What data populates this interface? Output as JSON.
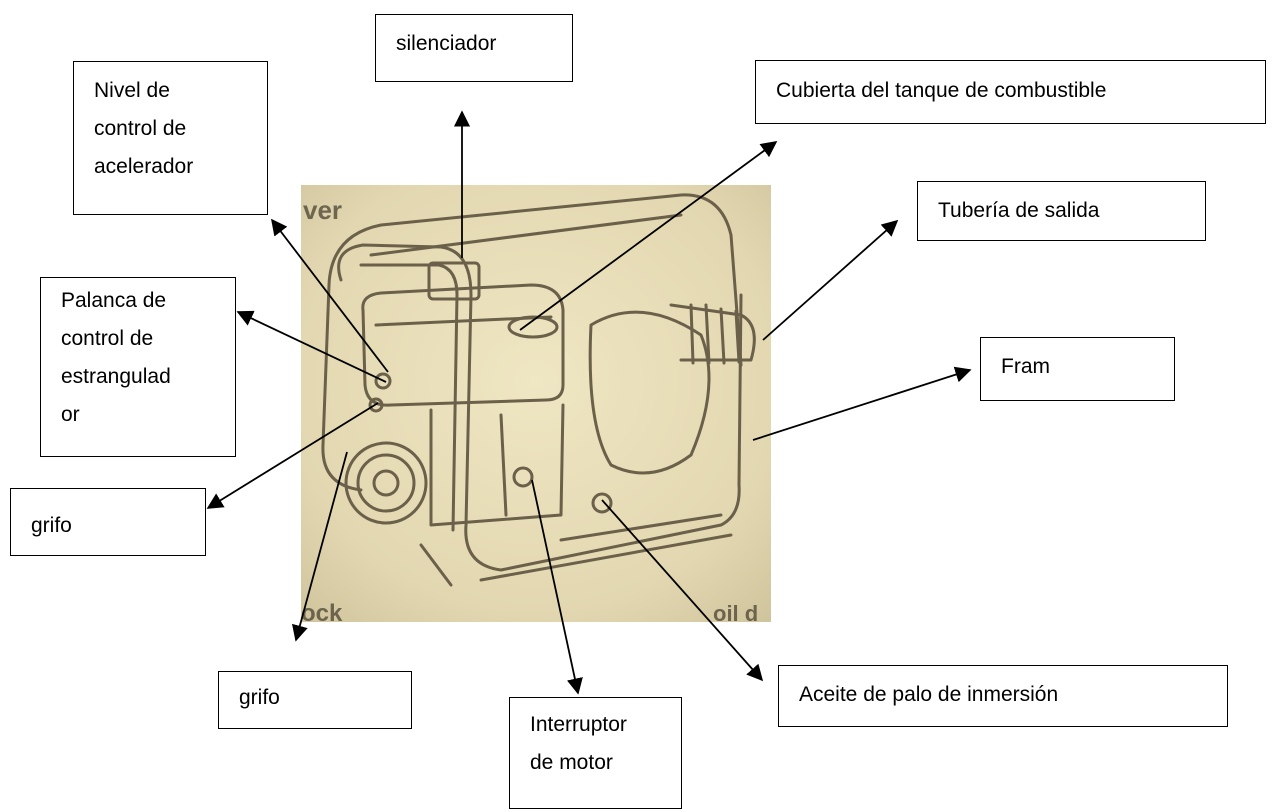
{
  "labels": {
    "silenciador": "silenciador",
    "nivel": [
      "Nivel de",
      "control de",
      "acelerador"
    ],
    "cubierta": "Cubierta del tanque de combustible",
    "tuberia": "Tubería de salida",
    "palanca": [
      "Palanca de",
      "control de",
      "estrangulad",
      "or"
    ],
    "fram": "Fram",
    "grifo_left": "grifo",
    "grifo_bottom": "grifo",
    "interruptor": [
      "Interruptor",
      "de motor"
    ],
    "aceite": "Aceite de palo de inmersión"
  },
  "scan_text": {
    "top_left": "ver",
    "bottom_left": "ock",
    "bottom_right": "oil d"
  },
  "colors": {
    "photo_bg": "#e6dcb6",
    "line": "#000000",
    "drawing": "#6b604a"
  }
}
